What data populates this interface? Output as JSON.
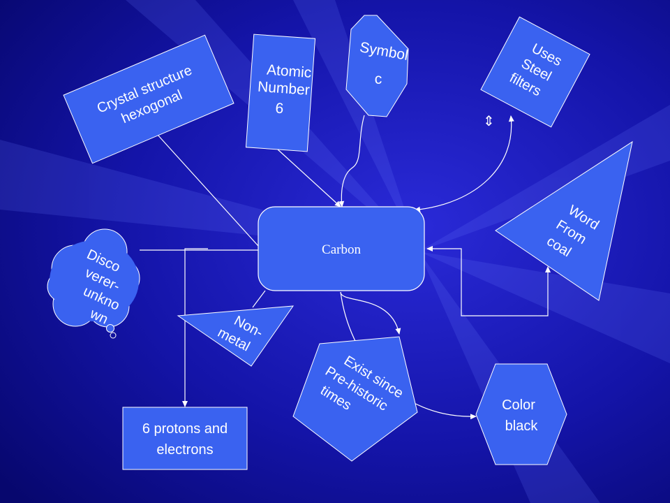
{
  "colors": {
    "background": "#0b0b8a",
    "shape_fill": "#3a62f0",
    "shape_stroke": "#ffffff",
    "connector": "#ffffff"
  },
  "center": {
    "label": "Carbon"
  },
  "nodes": {
    "crystal": [
      "Crystal structure",
      "hexogonal"
    ],
    "atomic": [
      "Atomic",
      "Number",
      "6"
    ],
    "symbol": [
      "Symbol",
      "c"
    ],
    "uses": [
      "Uses",
      "Steel",
      "filters"
    ],
    "word": [
      "Word",
      "From",
      "coal"
    ],
    "discoverer": [
      "Disco",
      "verer-",
      "unkno",
      "wn"
    ],
    "nonmetal": [
      "Non-",
      "metal"
    ],
    "exist": [
      "Exist since",
      "Pre-historic",
      "times"
    ],
    "color": [
      "Color",
      "black"
    ],
    "protons": [
      "6 protons and",
      "electrons"
    ]
  },
  "icons": {
    "double_arrow": "⇕"
  }
}
